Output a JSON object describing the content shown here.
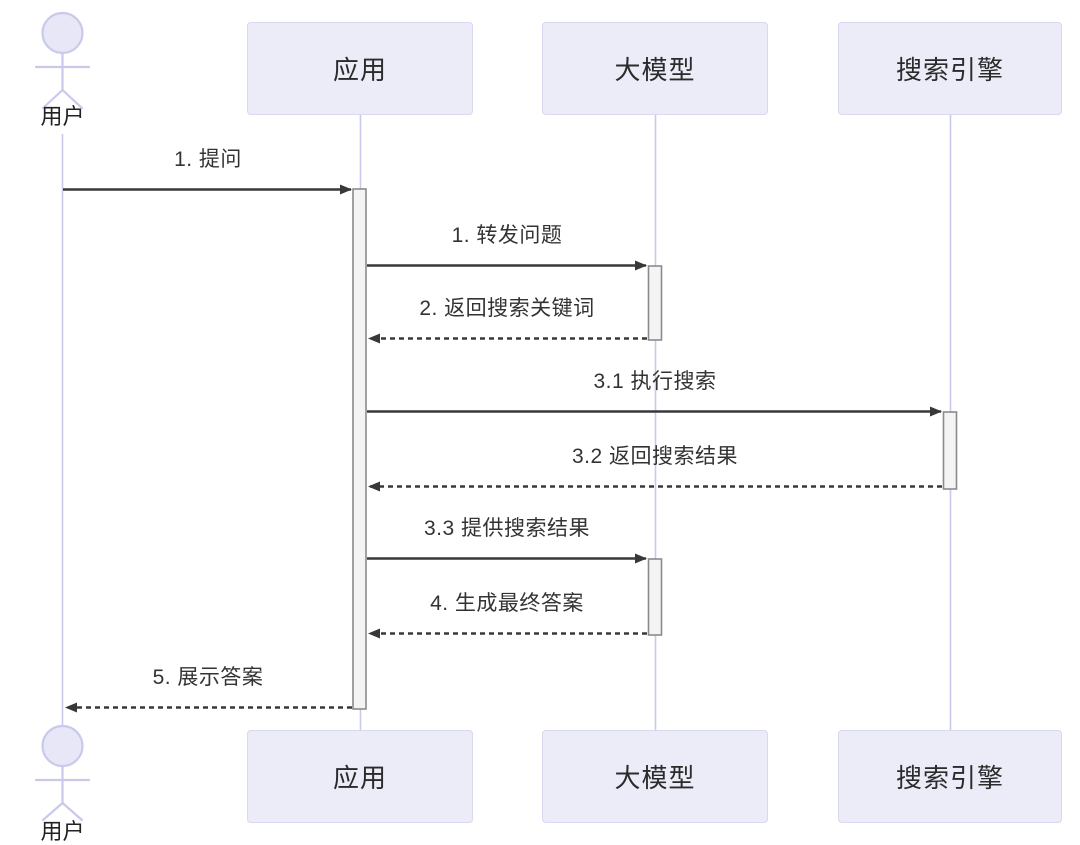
{
  "diagram": {
    "type": "sequence",
    "actor": {
      "label": "用户"
    },
    "participants": [
      {
        "id": "app",
        "label": "应用"
      },
      {
        "id": "llm",
        "label": "大模型"
      },
      {
        "id": "search",
        "label": "搜索引擎"
      }
    ],
    "messages": [
      {
        "from": "用户",
        "to": "应用",
        "label": "1. 提问",
        "style": "solid"
      },
      {
        "from": "应用",
        "to": "大模型",
        "label": "1. 转发问题",
        "style": "solid"
      },
      {
        "from": "大模型",
        "to": "应用",
        "label": "2. 返回搜索关键词",
        "style": "dashed"
      },
      {
        "from": "应用",
        "to": "搜索引擎",
        "label": "3.1 执行搜索",
        "style": "solid"
      },
      {
        "from": "搜索引擎",
        "to": "应用",
        "label": "3.2 返回搜索结果",
        "style": "dashed"
      },
      {
        "from": "应用",
        "to": "大模型",
        "label": "3.3 提供搜索结果",
        "style": "solid"
      },
      {
        "from": "大模型",
        "to": "应用",
        "label": "4. 生成最终答案",
        "style": "dashed"
      },
      {
        "from": "应用",
        "to": "用户",
        "label": "5. 展示答案",
        "style": "dashed"
      }
    ],
    "colors": {
      "participant_fill": "#ECECF9",
      "participant_border": "#D8D8EE",
      "lifeline": "#C9C9EC",
      "activation_fill": "#F4F4F4",
      "activation_border": "#8A8A8A",
      "arrow": "#383838",
      "text": "#333333",
      "background": "#FFFFFF"
    }
  }
}
